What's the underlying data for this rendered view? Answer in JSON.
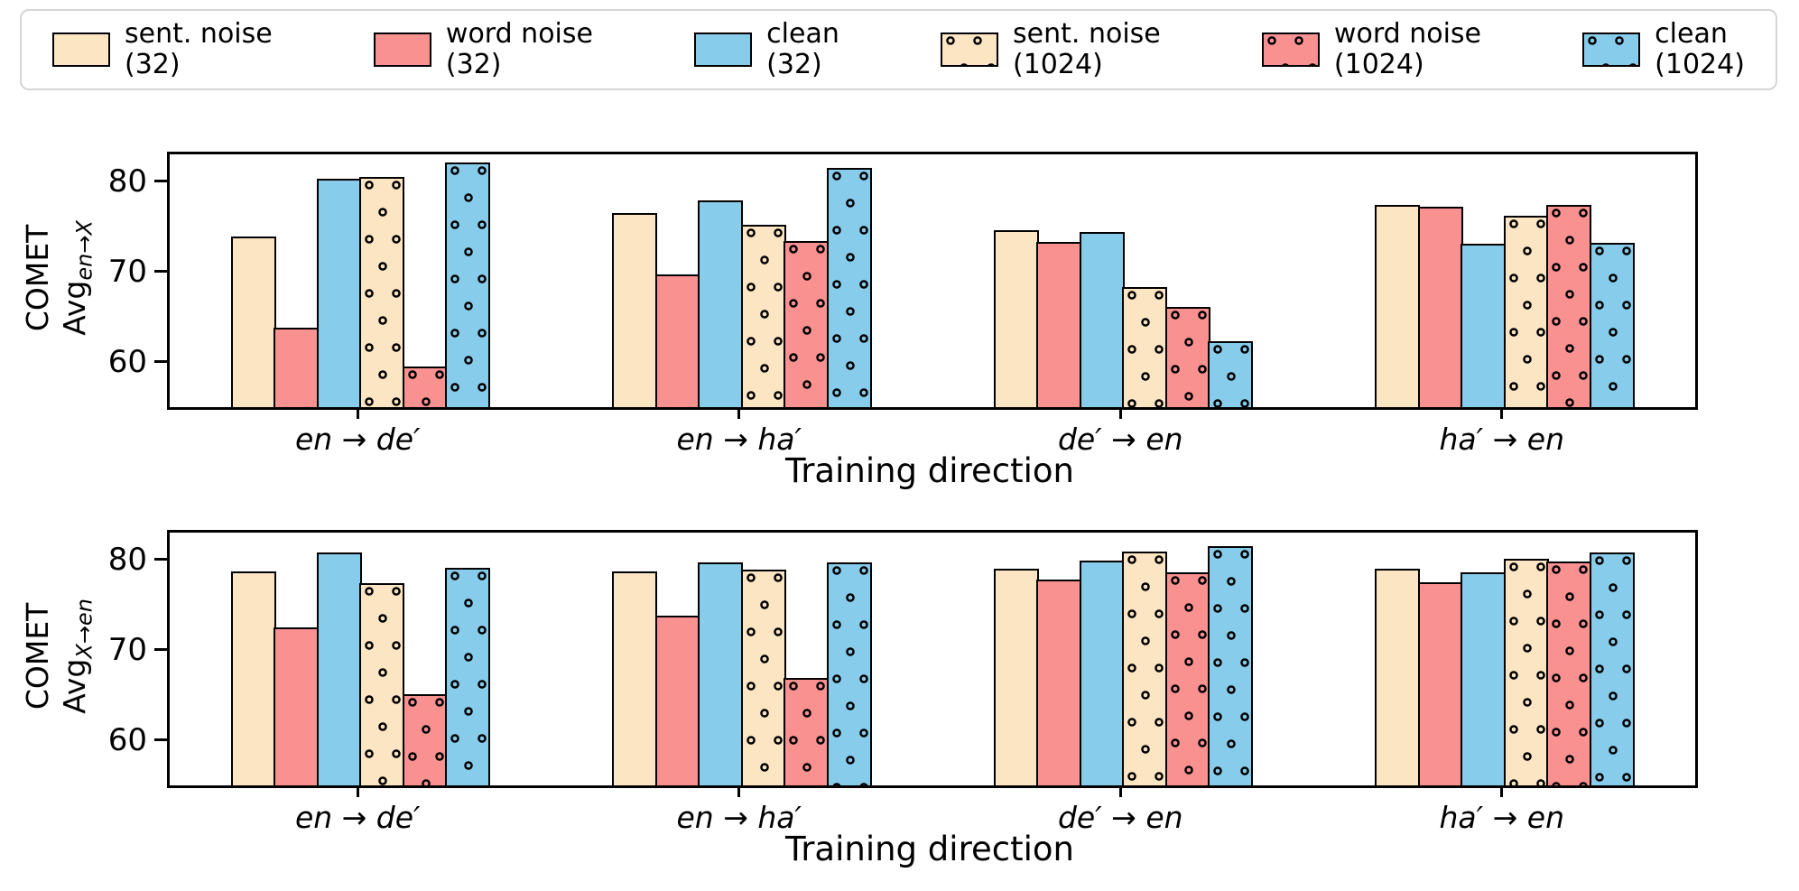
{
  "legend": {
    "items": [
      {
        "label_line1": "sent. noise",
        "label_line2": "(32)",
        "color": "#FCE5C3",
        "hatch": false
      },
      {
        "label_line1": "word noise",
        "label_line2": "(32)",
        "color": "#FA9191",
        "hatch": false
      },
      {
        "label_line1": "clean",
        "label_line2": "(32)",
        "color": "#87CCEB",
        "hatch": false
      },
      {
        "label_line1": "sent. noise",
        "label_line2": "(1024)",
        "color": "#FCE5C3",
        "hatch": true
      },
      {
        "label_line1": "word noise",
        "label_line2": "(1024)",
        "color": "#FA9191",
        "hatch": true
      },
      {
        "label_line1": "clean",
        "label_line2": "(1024)",
        "color": "#87CCEB",
        "hatch": true
      }
    ]
  },
  "colors": {
    "sent_noise": "#FCE5C3",
    "word_noise": "#FA9191",
    "clean": "#87CCEB",
    "bar_edge": "#000000",
    "legend_frame": "#d5d5d5"
  },
  "chart_data": [
    {
      "type": "bar",
      "ylabel_line1": "COMET",
      "ylabel_prefix": "Avg",
      "ylabel_subscript": "en→X",
      "xlabel": "Training direction",
      "categories": [
        "en → de′",
        "en → ha′",
        "de′ → en",
        "ha′ → en"
      ],
      "yticks": [
        80,
        70,
        60
      ],
      "ylim": [
        55,
        83
      ],
      "grid": false,
      "legend_position": "top",
      "series": [
        {
          "name": "sent. noise (32)",
          "color": "#FCE5C3",
          "hatch": false,
          "values": [
            73.9,
            76.5,
            74.6,
            77.4
          ]
        },
        {
          "name": "word noise (32)",
          "color": "#FA9191",
          "hatch": false,
          "values": [
            63.8,
            69.7,
            73.3,
            77.2
          ]
        },
        {
          "name": "clean (32)",
          "color": "#87CCEB",
          "hatch": false,
          "values": [
            80.3,
            77.9,
            74.4,
            73.1
          ]
        },
        {
          "name": "sent. noise (1024)",
          "color": "#FCE5C3",
          "hatch": true,
          "values": [
            80.5,
            75.2,
            68.3,
            76.2
          ]
        },
        {
          "name": "word noise (1024)",
          "color": "#FA9191",
          "hatch": true,
          "values": [
            59.5,
            73.4,
            66.1,
            77.4
          ]
        },
        {
          "name": "clean (1024)",
          "color": "#87CCEB",
          "hatch": true,
          "values": [
            82.1,
            81.5,
            62.3,
            73.2
          ]
        }
      ]
    },
    {
      "type": "bar",
      "ylabel_line1": "COMET",
      "ylabel_prefix": "Avg",
      "ylabel_subscript": "X→en",
      "xlabel": "Training direction",
      "categories": [
        "en → de′",
        "en → ha′",
        "de′ → en",
        "ha′ → en"
      ],
      "yticks": [
        80,
        70,
        60
      ],
      "ylim": [
        55,
        83
      ],
      "grid": false,
      "legend_position": "top",
      "series": [
        {
          "name": "sent. noise (32)",
          "color": "#FCE5C3",
          "hatch": false,
          "values": [
            78.7,
            78.7,
            79.0,
            79.0
          ]
        },
        {
          "name": "word noise (32)",
          "color": "#FA9191",
          "hatch": false,
          "values": [
            72.5,
            73.8,
            77.8,
            77.5
          ]
        },
        {
          "name": "clean (32)",
          "color": "#87CCEB",
          "hatch": false,
          "values": [
            80.8,
            79.7,
            79.9,
            78.6
          ]
        },
        {
          "name": "sent. noise (1024)",
          "color": "#FCE5C3",
          "hatch": true,
          "values": [
            77.4,
            78.9,
            80.9,
            80.1
          ]
        },
        {
          "name": "word noise (1024)",
          "color": "#FA9191",
          "hatch": true,
          "values": [
            65.1,
            66.9,
            78.6,
            79.8
          ]
        },
        {
          "name": "clean (1024)",
          "color": "#87CCEB",
          "hatch": true,
          "values": [
            79.1,
            79.7,
            81.5,
            80.8
          ]
        }
      ]
    }
  ]
}
